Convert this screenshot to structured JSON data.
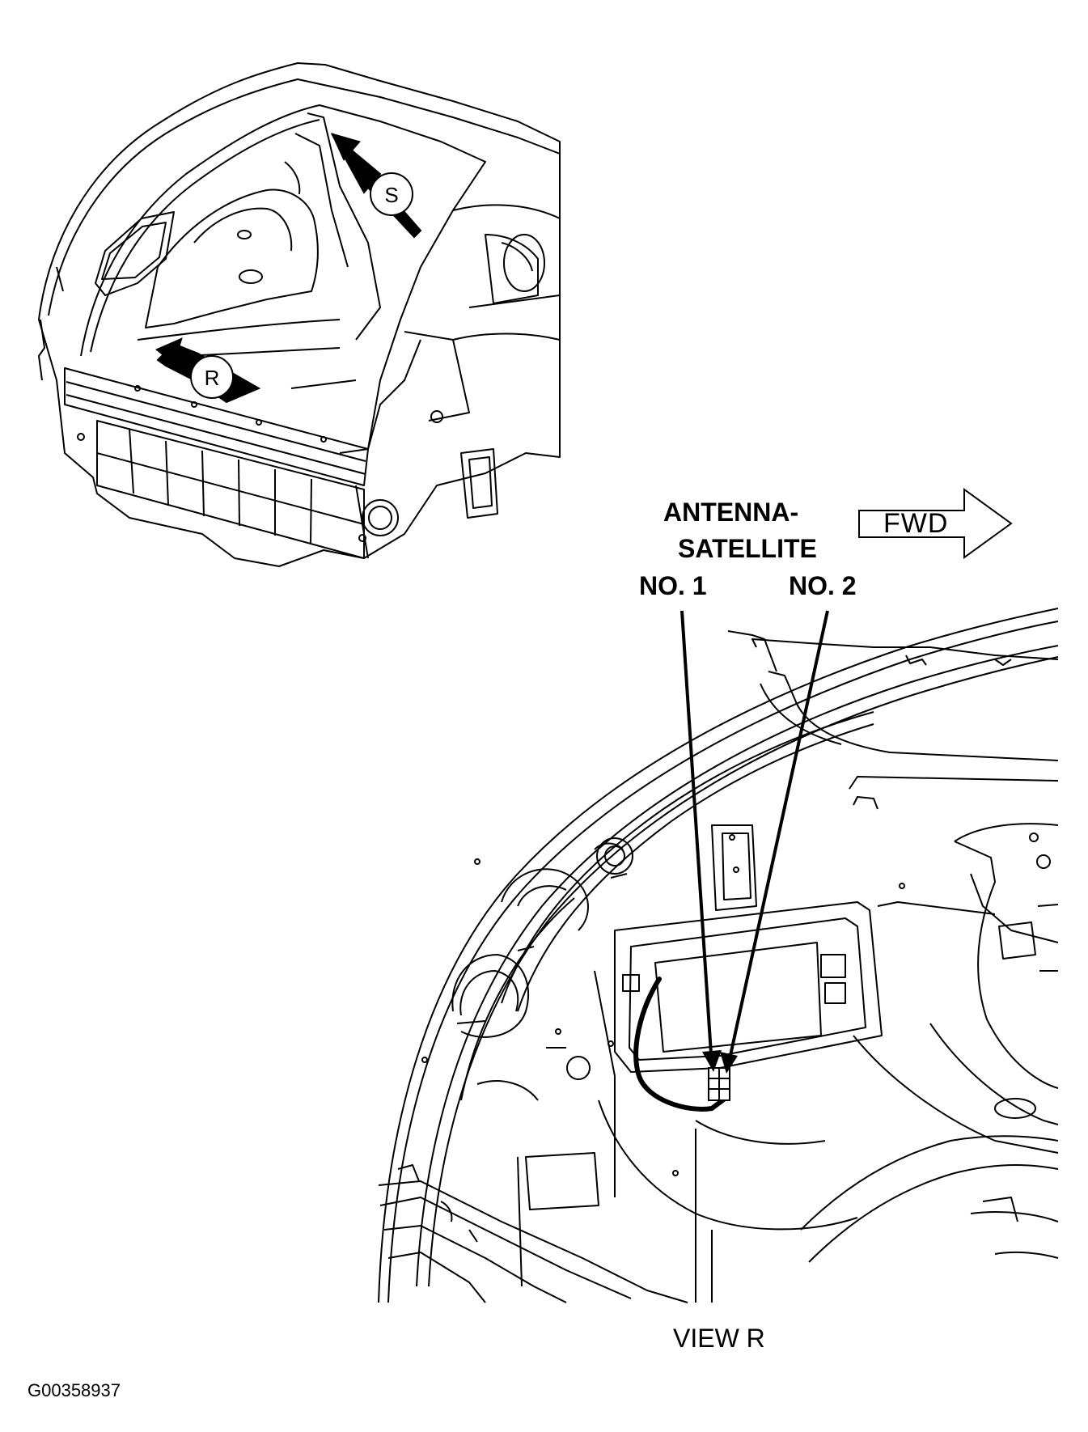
{
  "overview": {
    "callout_s": "S",
    "callout_r": "R"
  },
  "fwd_label": "FWD",
  "antenna": {
    "line1": "ANTENNA-",
    "line2": "SATELLITE",
    "no1": "NO. 1",
    "no2": "NO. 2"
  },
  "view_label": "VIEW R",
  "figure_id": "G00358937"
}
